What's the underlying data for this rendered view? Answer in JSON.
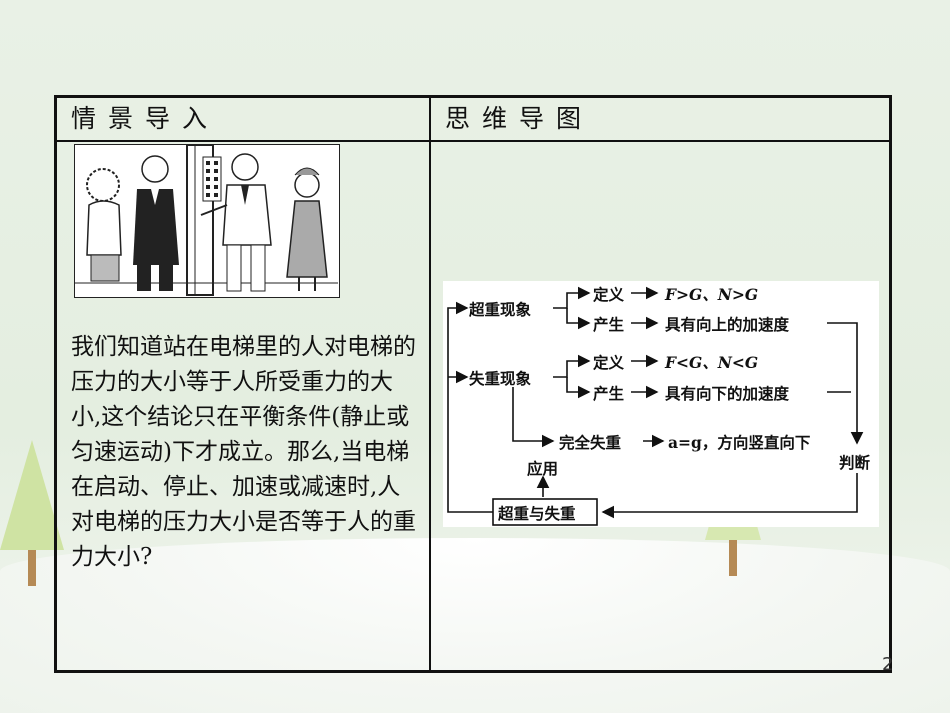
{
  "headers": {
    "left": "情景导入",
    "right": "思维导图"
  },
  "intro_text": "我们知道站在电梯里的人对电梯的压力的大小等于人所受重力的大小,这个结论只在平衡条件(静止或匀速运动)下才成立。那么,当电梯在启动、停止、加速或减速时,人对电梯的压力大小是否等于人的重力大小?",
  "mindmap": {
    "overweight": "超重现象",
    "weightless": "失重现象",
    "def1": "定义",
    "cond1": "F>G、N>G",
    "prod1": "产生",
    "accel1": "具有向上的加速度",
    "def2": "定义",
    "cond2": "F<G、N<G",
    "prod2": "产生",
    "accel2": "具有向下的加速度",
    "complete": "完全失重",
    "complete_cond": "a=g，方向竖直向下",
    "judge": "判断",
    "apply": "应用",
    "root": "超重与失重"
  },
  "page_number": "2"
}
